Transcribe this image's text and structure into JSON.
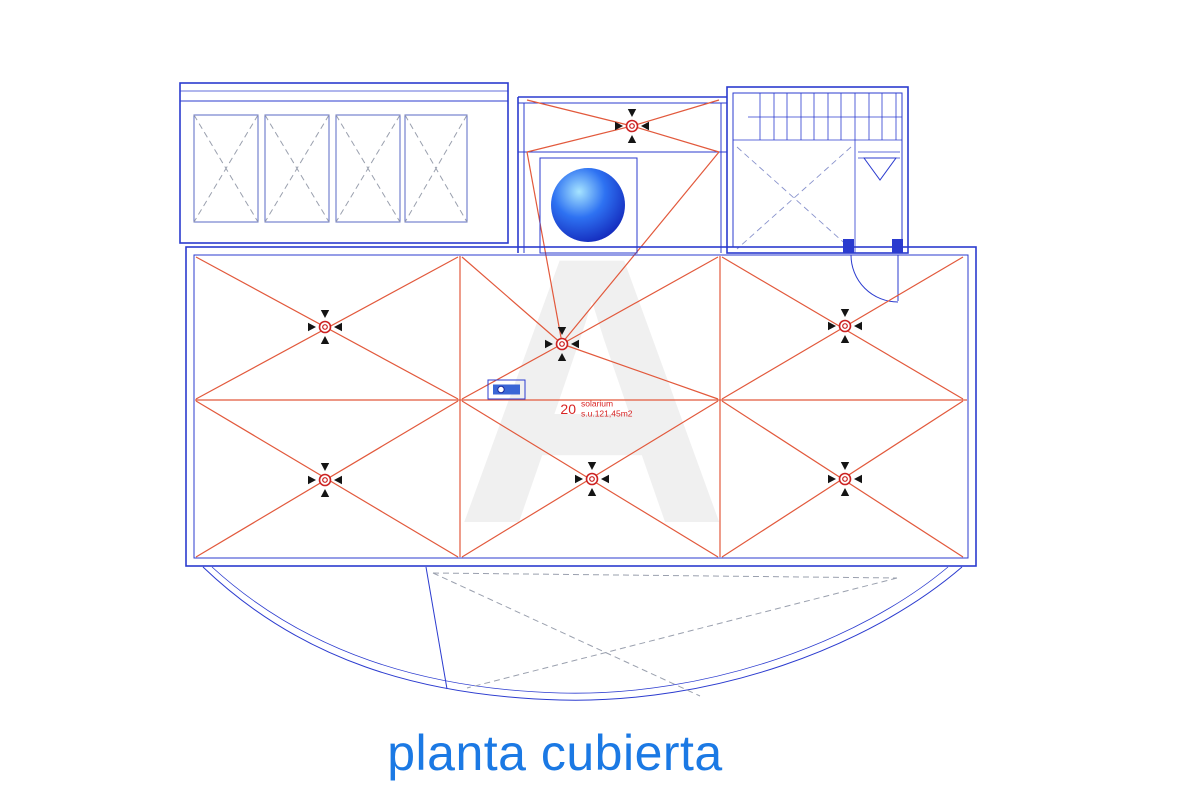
{
  "page": {
    "title": "planta cubierta",
    "watermark": "A"
  },
  "room": {
    "number": "20",
    "name": "solarium",
    "area": "s.u.121,45m2"
  },
  "colors": {
    "wall-blue": "#2b3bcf",
    "panel-line": "#5a68c4",
    "roof-red": "#e2593c",
    "drain-red": "#cc2222",
    "label-red": "#d82424",
    "title-blue": "#1b79e4",
    "dash-gray": "#9aa0ae",
    "dome-light": "#a6e4ff",
    "dome-mid": "#2e72f2",
    "dome-dark": "#101fb4"
  }
}
